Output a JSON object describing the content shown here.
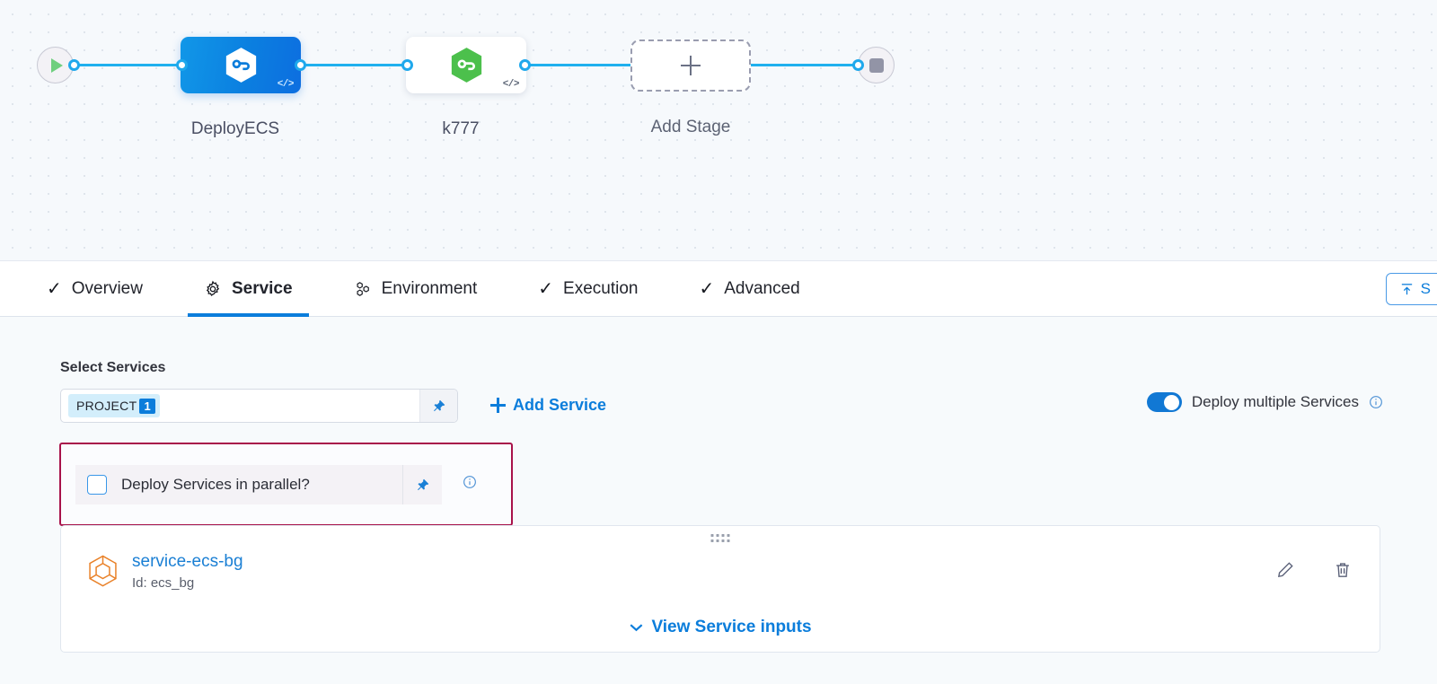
{
  "pipeline": {
    "start_node": {
      "icon": "play-icon"
    },
    "end_node": {
      "icon": "stop-icon"
    },
    "stages": [
      {
        "label": "DeployECS",
        "icon": "harness-hexagon-icon",
        "code_badge": "</>",
        "selected": true
      },
      {
        "label": "k777",
        "icon": "harness-hexagon-icon",
        "code_badge": "</>",
        "selected": false
      }
    ],
    "add_stage": {
      "label": "Add Stage",
      "icon": "plus-icon"
    }
  },
  "tabs": [
    {
      "label": "Overview",
      "icon": "check-icon",
      "active": false
    },
    {
      "label": "Service",
      "icon": "gear-icon",
      "active": true
    },
    {
      "label": "Environment",
      "icon": "infrastructure-icon",
      "active": false
    },
    {
      "label": "Execution",
      "icon": "check-icon",
      "active": false
    },
    {
      "label": "Advanced",
      "icon": "check-icon",
      "active": false
    }
  ],
  "save_button": {
    "label": "S",
    "icon": "save-template-icon"
  },
  "service_section": {
    "title": "Select Services",
    "select": {
      "chip_label": "PROJECT",
      "chip_count": "1",
      "pin_icon": "pin-icon"
    },
    "add_service": {
      "label": "Add Service",
      "icon": "plus-icon"
    },
    "deploy_multiple": {
      "label": "Deploy multiple Services",
      "enabled": true,
      "info_icon": "info-icon"
    },
    "parallel": {
      "label": "Deploy Services in parallel?",
      "checked": false,
      "pin_icon": "pin-icon",
      "info_icon": "info-icon",
      "highlight_color": "#a8124a"
    },
    "service_card": {
      "name": "service-ecs-bg",
      "id_text": "Id: ecs_bg",
      "icon": "service-hexagon-icon",
      "drag_handle": "drag-handle-icon",
      "edit_icon": "pencil-icon",
      "delete_icon": "trash-icon",
      "view_inputs_label": "View Service inputs",
      "view_inputs_icon": "chevron-down-icon"
    }
  },
  "colors": {
    "accent_blue": "#0b7ddb",
    "edge_blue": "#20b0ee",
    "highlight": "#a8124a",
    "green": "#4cc04c",
    "orange": "#e98128"
  }
}
